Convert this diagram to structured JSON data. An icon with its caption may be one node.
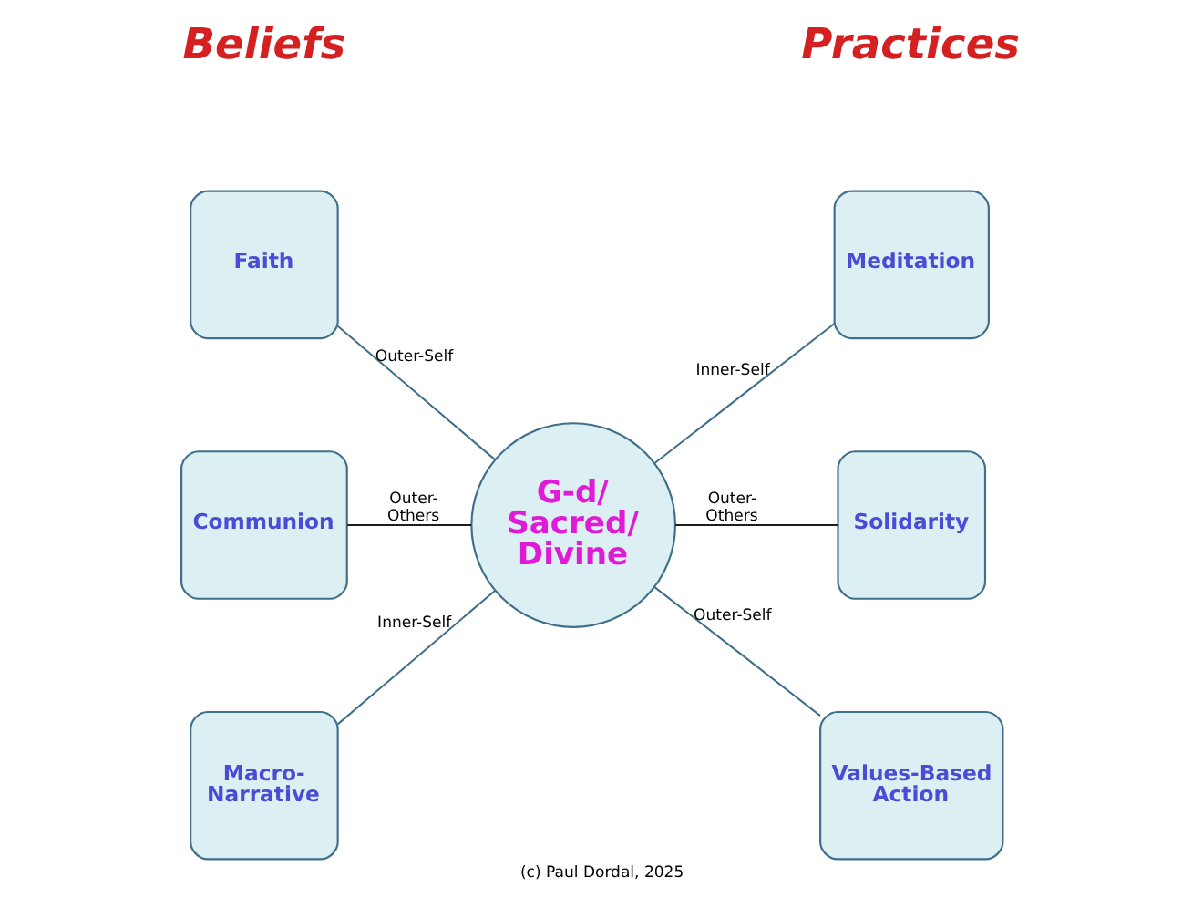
{
  "diagram": {
    "caption": "(c) Paul Dordal, 2025",
    "nodes": [
      {
        "text": [
          "Faith"
        ]
      },
      {
        "text": [
          "Meditation"
        ]
      },
      {
        "text": [
          "Communion"
        ]
      },
      {
        "text": [
          "G-d/ Sacred/ Divine"
        ]
      },
      {
        "text": [
          "Solidarity"
        ]
      },
      {
        "text": [
          "Macro- Narrative"
        ]
      },
      {
        "text": [
          "Values-Based Action"
        ]
      }
    ],
    "edges": [
      {
        "from": 0,
        "to": 3,
        "arrow": "none",
        "label": "Outer-Self"
      },
      {
        "from": 3,
        "to": 1,
        "arrow": "none",
        "label": "Inner-Self"
      },
      {
        "from": 2,
        "to": 3,
        "arrow": "none",
        "label": "Outer- Others",
        "color": "#1e1e1e"
      },
      {
        "from": 3,
        "to": 4,
        "arrow": "none",
        "label": "Outer- Others",
        "color": "#1e1e1e"
      },
      {
        "from": 5,
        "to": 3,
        "arrow": "none",
        "label": "Inner-Self"
      },
      {
        "from": 3,
        "to": 6,
        "arrow": "none",
        "label": "Outer-Self"
      }
    ],
    "labels": [
      "Beliefs",
      "Practices"
    ]
  }
}
